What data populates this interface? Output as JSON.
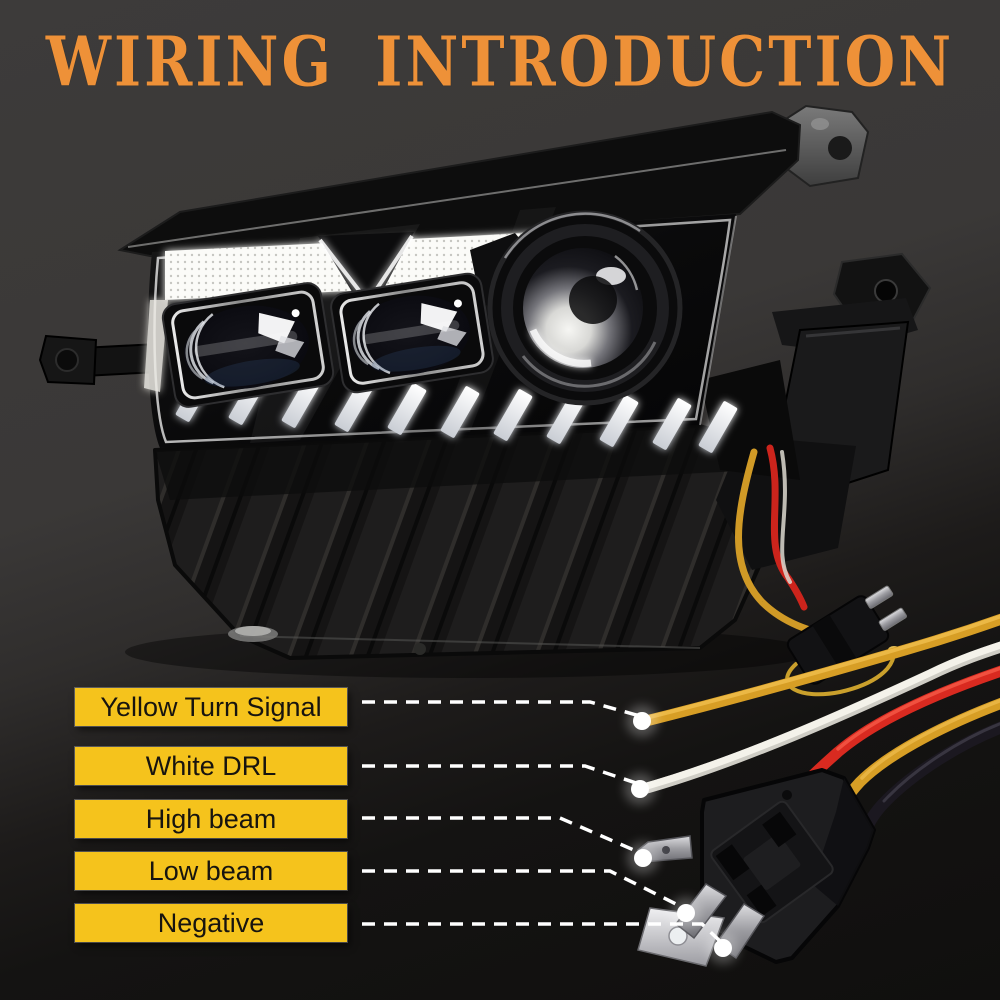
{
  "title": "WIRING INTRODUCTION",
  "labels": [
    {
      "text": "Yellow Turn Signal",
      "points_to": "yellow turn signal wire"
    },
    {
      "text": "White DRL",
      "points_to": "white DRL wire"
    },
    {
      "text": "High beam",
      "points_to": "high beam terminal"
    },
    {
      "text": "Low beam",
      "points_to": "low beam terminal"
    },
    {
      "text": "Negative",
      "points_to": "negative terminal"
    }
  ],
  "colors": {
    "background_top": "#3B3938",
    "background_bottom": "#100F0E",
    "title": "#EE9138",
    "label_background": "#F5C31C",
    "label_text": "#17140F",
    "leader_line": "#FFFFFF",
    "wire_yellow": "#D9A026",
    "wire_white": "#EDEBE3",
    "wire_red": "#D92A20",
    "wire_black": "#1B1820"
  }
}
